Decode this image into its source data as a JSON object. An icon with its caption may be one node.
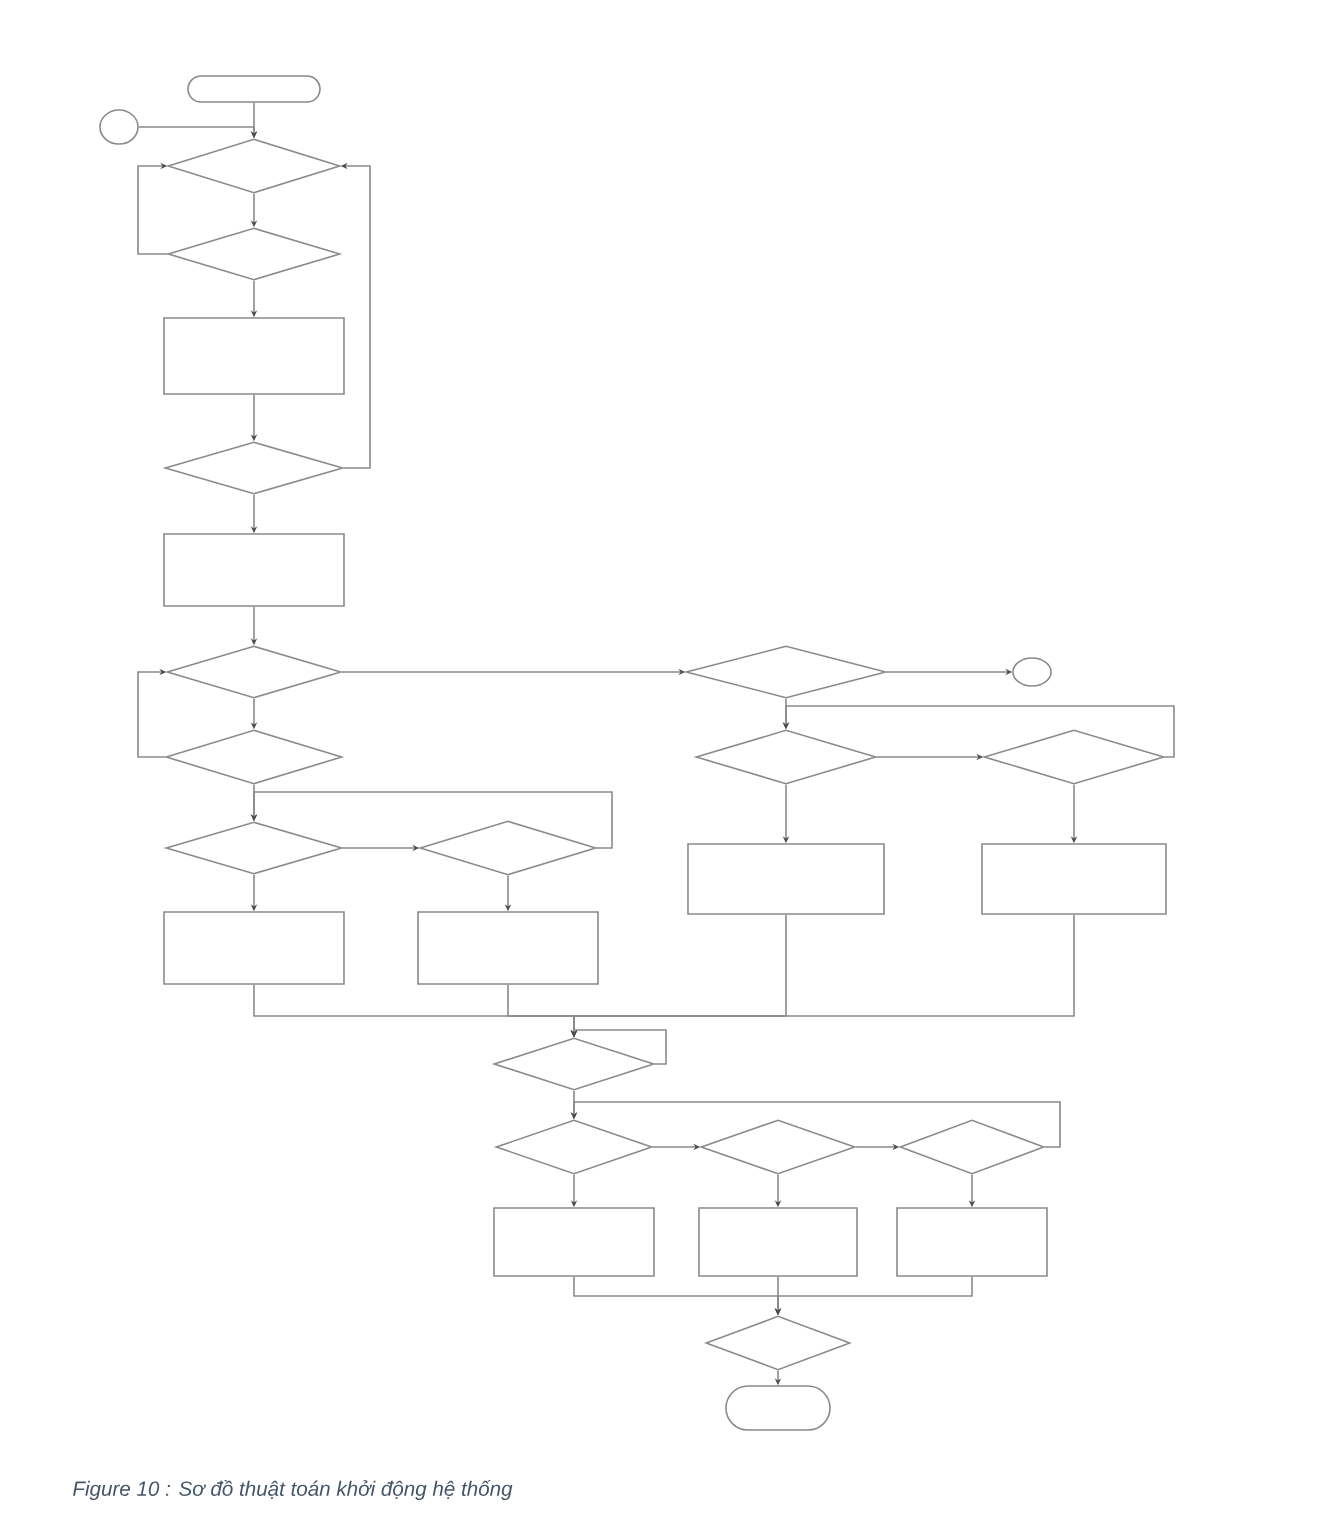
{
  "diagram": {
    "caption": "Figure 10 : Sơ đồ thuật toán khởi động hệ thống",
    "nodes": [
      {
        "text": [],
        "shape": "oval"
      },
      {
        "text": [],
        "shape": "circle"
      },
      {
        "text": [],
        "shape": "diamond"
      },
      {
        "text": [],
        "shape": "diamond"
      },
      {
        "text": [],
        "shape": "box"
      },
      {
        "text": [],
        "shape": "diamond"
      },
      {
        "text": [],
        "shape": "box"
      },
      {
        "text": [],
        "shape": "diamond"
      },
      {
        "text": [],
        "shape": "diamond"
      },
      {
        "text": [],
        "shape": "circle"
      },
      {
        "text": [],
        "shape": "diamond"
      },
      {
        "text": [],
        "shape": "diamond"
      },
      {
        "text": [],
        "shape": "diamond"
      },
      {
        "text": [],
        "shape": "diamond"
      },
      {
        "text": [],
        "shape": "diamond"
      },
      {
        "text": [],
        "shape": "box"
      },
      {
        "text": [],
        "shape": "box"
      },
      {
        "text": [],
        "shape": "box"
      },
      {
        "text": [],
        "shape": "box"
      },
      {
        "text": [],
        "shape": "diamond"
      },
      {
        "text": [],
        "shape": "diamond"
      },
      {
        "text": [],
        "shape": "diamond"
      },
      {
        "text": [],
        "shape": "diamond"
      },
      {
        "text": [],
        "shape": "box"
      },
      {
        "text": [],
        "shape": "box"
      },
      {
        "text": [],
        "shape": "box"
      },
      {
        "text": [],
        "shape": "diamond"
      },
      {
        "text": [],
        "shape": "oval"
      }
    ],
    "edges": [
      {
        "from": 0,
        "to": 2,
        "arrow": "to"
      },
      {
        "from": 1,
        "to": 2,
        "arrow": "to"
      },
      {
        "from": 2,
        "to": 3,
        "arrow": "to"
      },
      {
        "from": 3,
        "to": 2,
        "arrow": "to"
      },
      {
        "from": 3,
        "to": 4,
        "arrow": "to"
      },
      {
        "from": 4,
        "to": 5,
        "arrow": "to"
      },
      {
        "from": 5,
        "to": 2,
        "arrow": "to"
      },
      {
        "from": 5,
        "to": 6,
        "arrow": "to"
      },
      {
        "from": 6,
        "to": 7,
        "arrow": "to"
      },
      {
        "from": 7,
        "to": 8,
        "arrow": "to"
      },
      {
        "from": 8,
        "to": 9,
        "arrow": "to"
      },
      {
        "from": 7,
        "to": 10,
        "arrow": "to"
      },
      {
        "from": 10,
        "to": 7,
        "arrow": "to"
      },
      {
        "from": 10,
        "to": 13,
        "arrow": "to"
      },
      {
        "from": 14,
        "to": 13,
        "arrow": "to"
      },
      {
        "from": 13,
        "to": 14,
        "arrow": "to"
      },
      {
        "from": 13,
        "to": 17,
        "arrow": "to"
      },
      {
        "from": 14,
        "to": 18,
        "arrow": "to"
      },
      {
        "from": 8,
        "to": 11,
        "arrow": "to"
      },
      {
        "from": 12,
        "to": 11,
        "arrow": "to"
      },
      {
        "from": 11,
        "to": 12,
        "arrow": "to"
      },
      {
        "from": 11,
        "to": 15,
        "arrow": "to"
      },
      {
        "from": 12,
        "to": 16,
        "arrow": "to"
      },
      {
        "from": 17,
        "to": 19,
        "arrow": "to"
      },
      {
        "from": 18,
        "to": 19,
        "arrow": "to"
      },
      {
        "from": 15,
        "to": 19,
        "arrow": "to"
      },
      {
        "from": 16,
        "to": 19,
        "arrow": "to"
      },
      {
        "from": 19,
        "to": 19,
        "arrow": "to"
      },
      {
        "from": 19,
        "to": 20,
        "arrow": "to"
      },
      {
        "from": 22,
        "to": 20,
        "arrow": "to"
      },
      {
        "from": 20,
        "to": 21,
        "arrow": "to"
      },
      {
        "from": 21,
        "to": 22,
        "arrow": "to"
      },
      {
        "from": 20,
        "to": 23,
        "arrow": "to"
      },
      {
        "from": 21,
        "to": 24,
        "arrow": "to"
      },
      {
        "from": 22,
        "to": 25,
        "arrow": "to"
      },
      {
        "from": 23,
        "to": 26,
        "arrow": "to"
      },
      {
        "from": 24,
        "to": 26,
        "arrow": "to"
      },
      {
        "from": 25,
        "to": 26,
        "arrow": "to"
      },
      {
        "from": 26,
        "to": 27,
        "arrow": "to"
      }
    ]
  }
}
